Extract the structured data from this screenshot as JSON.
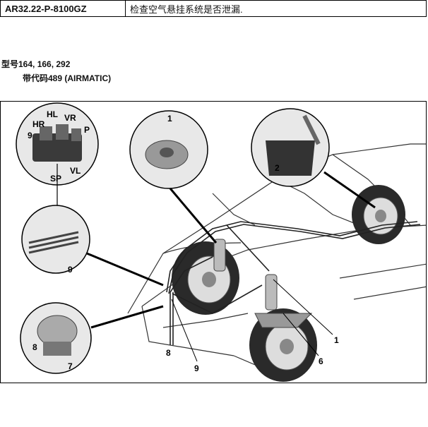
{
  "header": {
    "doc_code": "AR32.22-P-8100GZ",
    "title": "检查空气悬挂系统是否泄漏."
  },
  "applicability": {
    "models": "型号164, 166, 292",
    "code_line": "带代码489 (AIRMATIC)"
  },
  "figure": {
    "valve_block_labels": {
      "hl": "HL",
      "vr": "VR",
      "hr": "HR",
      "p": "P",
      "nine": "9",
      "vl": "VL",
      "sp": "SP"
    },
    "callouts": {
      "c1_top": "1",
      "c2": "2",
      "c9_mid": "9",
      "c8_left": "8",
      "c7": "7",
      "c1_right": "1",
      "c6": "6",
      "c8_bottom": "8",
      "c9_bottom": "9"
    }
  }
}
